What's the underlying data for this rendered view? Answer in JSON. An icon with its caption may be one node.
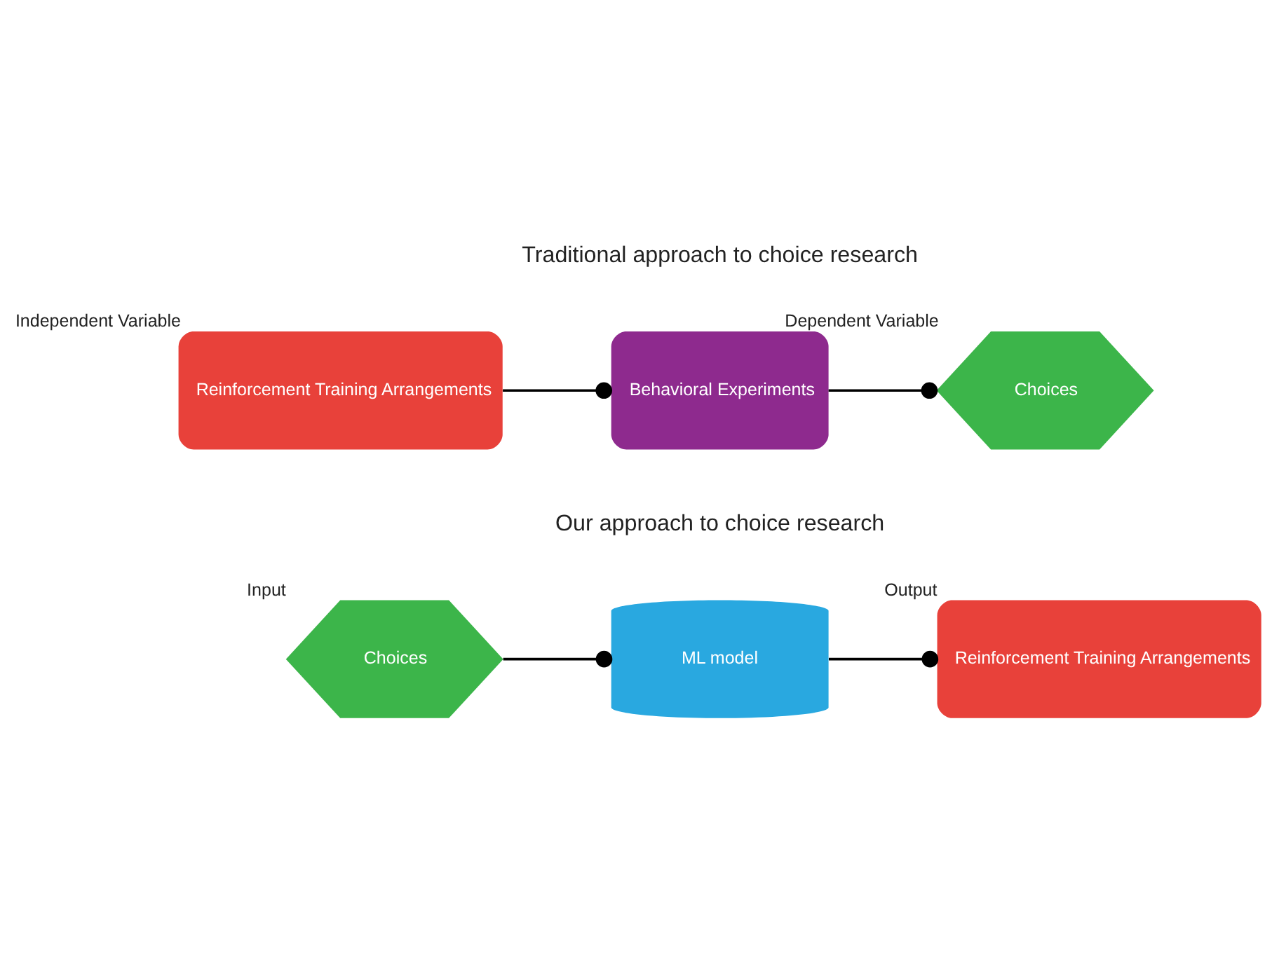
{
  "diagram": {
    "nodes": [
      {
        "text": [
          "Reinforcement Training Arrangements"
        ],
        "beside": [
          "Independent Variable"
        ]
      },
      {
        "text": [
          "Behavioral Experiments"
        ]
      },
      {
        "text": [
          "Choices"
        ],
        "beside": [
          "Dependent Variable"
        ]
      },
      {
        "text": [
          "Choices"
        ],
        "beside": [
          "Input"
        ]
      },
      {
        "text": [
          "ML model"
        ]
      },
      {
        "text": [
          "Reinforcement Training Arrangements"
        ],
        "beside": [
          "Output"
        ]
      }
    ],
    "edges": [
      {
        "from": 0,
        "to": 1,
        "arrow": "other"
      },
      {
        "from": 1,
        "to": 2,
        "arrow": "other"
      },
      {
        "from": 3,
        "to": 4,
        "arrow": "other"
      },
      {
        "from": 4,
        "to": 5,
        "arrow": "other"
      }
    ],
    "labels": [
      "Traditional approach to choice research",
      "Our approach to choice research"
    ]
  }
}
